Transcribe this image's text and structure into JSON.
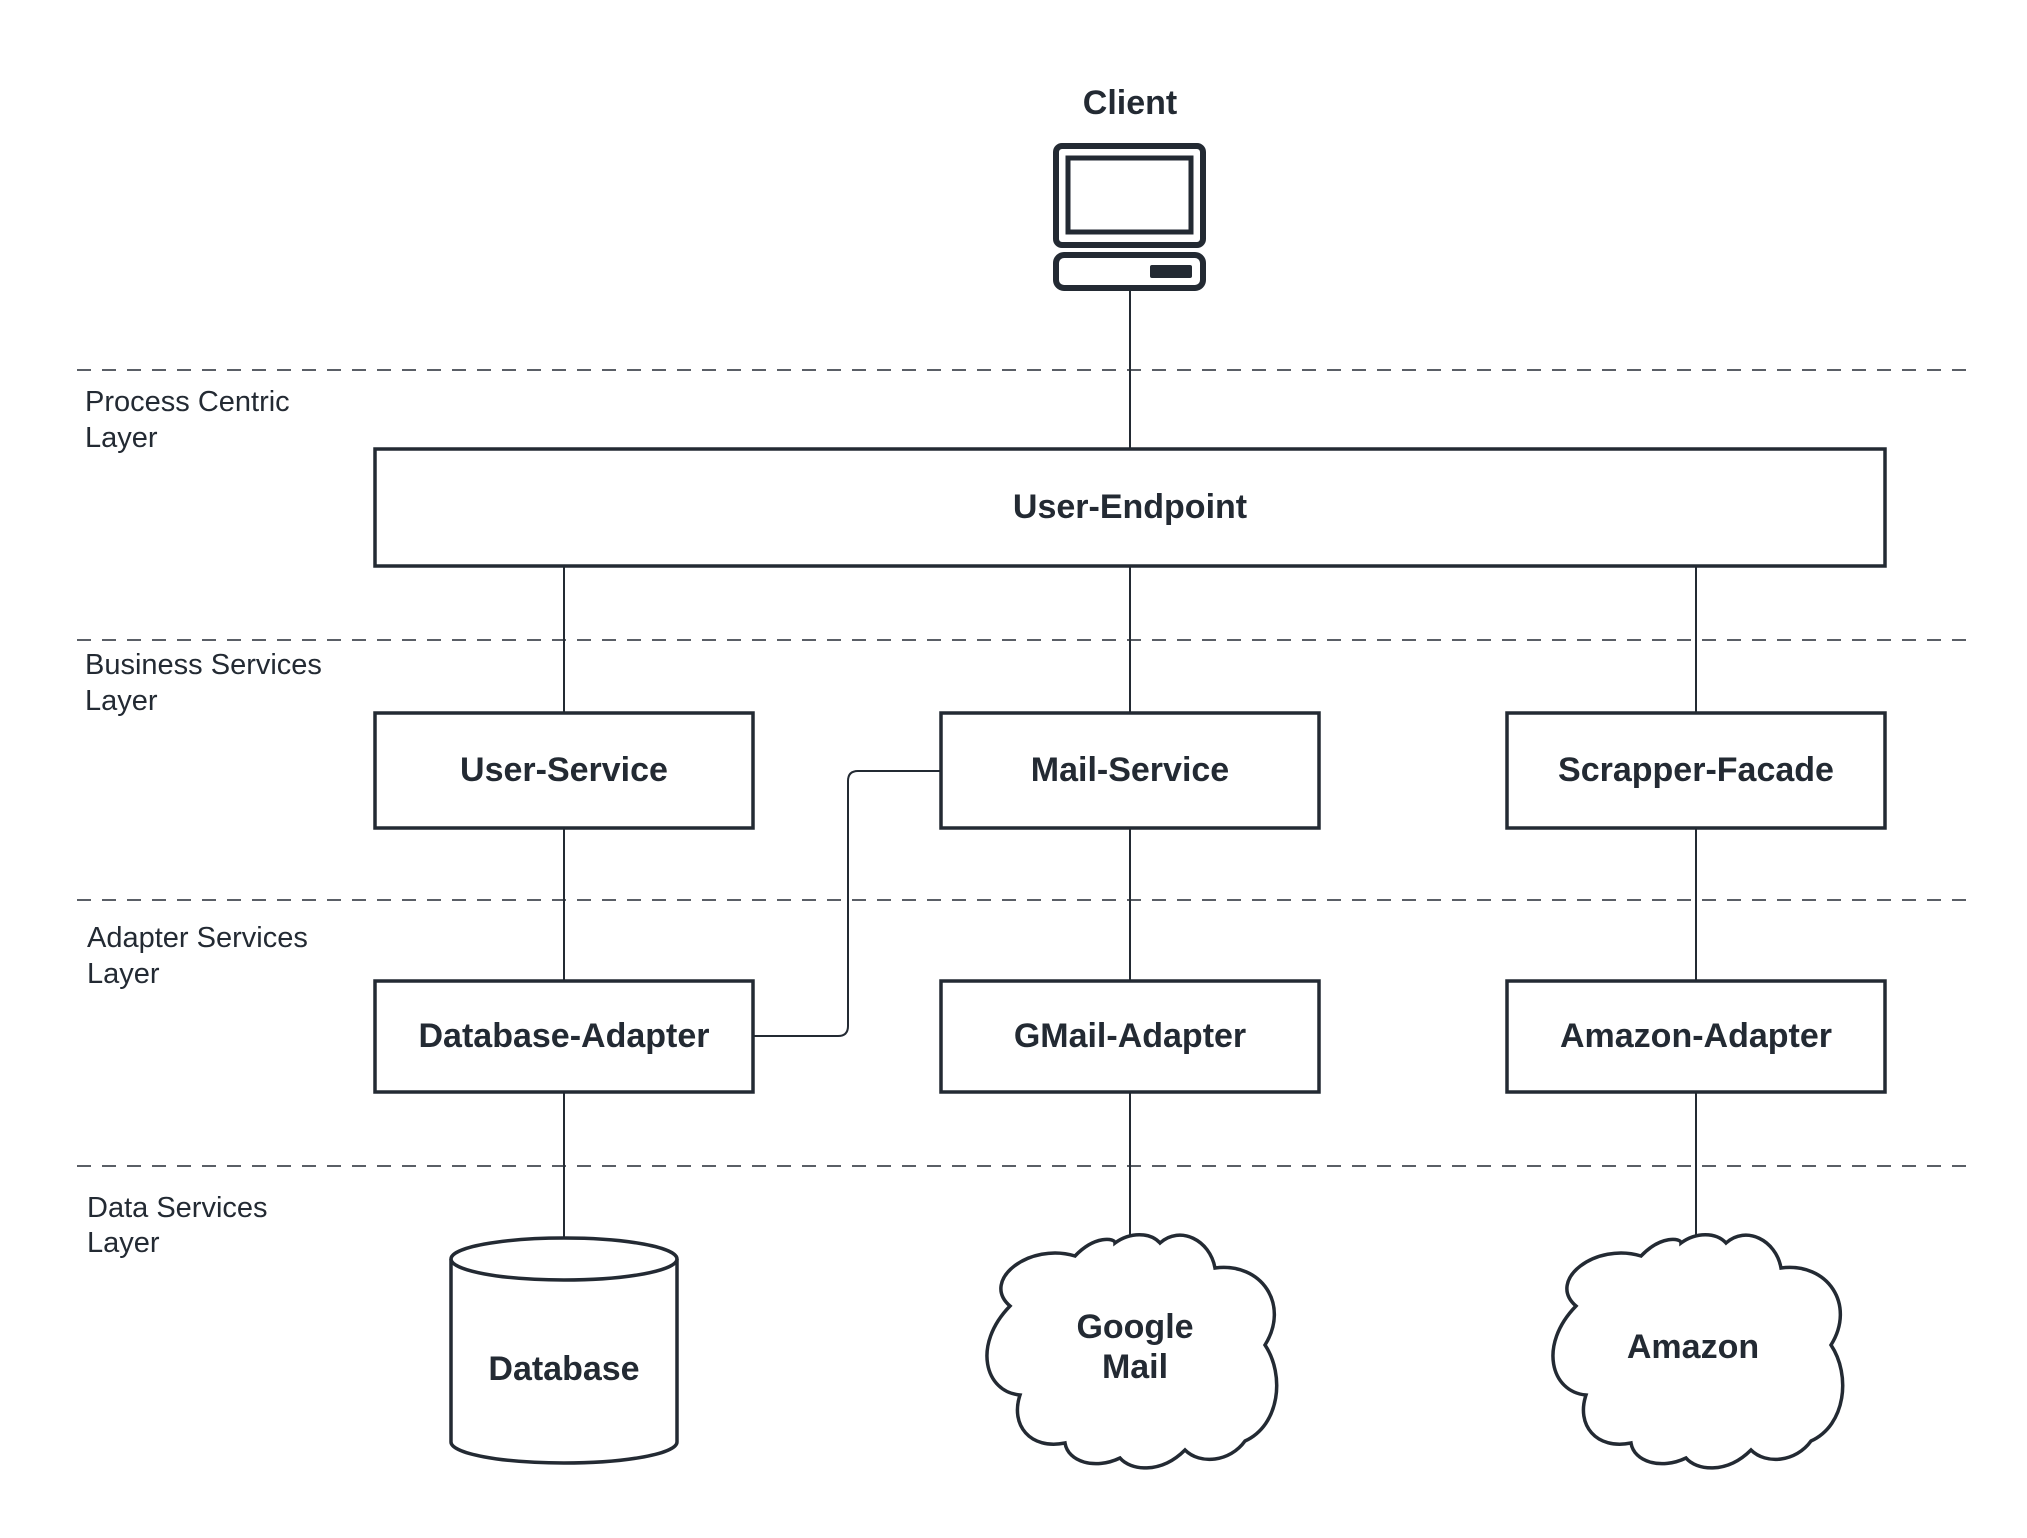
{
  "colors": {
    "stroke": "#232a33",
    "background": "#ffffff"
  },
  "client": {
    "label": "Client",
    "icon": "computer-icon"
  },
  "layers": [
    {
      "line1": "Process Centric",
      "line2": "Layer"
    },
    {
      "line1": "Business Services",
      "line2": "Layer"
    },
    {
      "line1": "Adapter Services",
      "line2": "Layer"
    },
    {
      "line1": "Data Services",
      "line2": "Layer"
    }
  ],
  "nodes": {
    "user_endpoint": "User-Endpoint",
    "user_service": "User-Service",
    "mail_service": "Mail-Service",
    "scrapper_facade": "Scrapper-Facade",
    "database_adapter": "Database-Adapter",
    "gmail_adapter": "GMail-Adapter",
    "amazon_adapter": "Amazon-Adapter",
    "database": "Database",
    "google_mail_line1": "Google",
    "google_mail_line2": "Mail",
    "amazon": "Amazon"
  }
}
